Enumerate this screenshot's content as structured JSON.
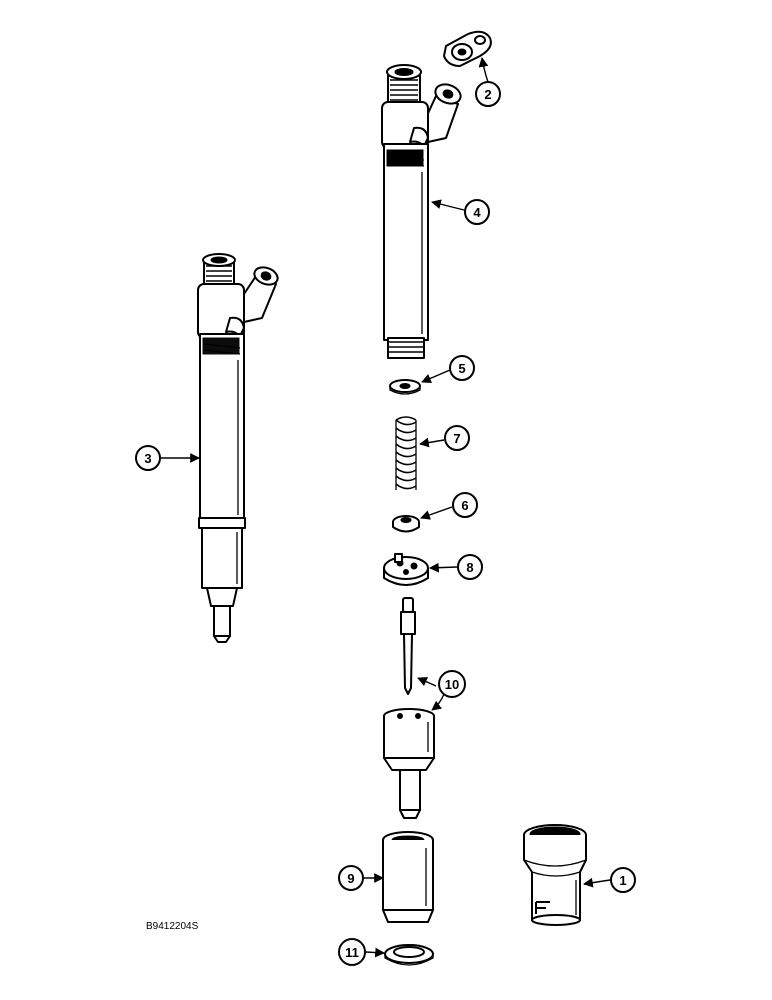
{
  "figure": {
    "reference_code": "B9412204S"
  },
  "callouts": {
    "sleeve": "1",
    "washer_small": "2",
    "injector_assembly": "3",
    "injector_holder": "4",
    "shim": "5",
    "spring_seat": "6",
    "spring": "7",
    "spacer_plate": "8",
    "nozzle_nut": "9",
    "needle_valve": "10",
    "sealing_washer": "11"
  },
  "colors": {
    "line": "#000000",
    "background": "#ffffff"
  }
}
